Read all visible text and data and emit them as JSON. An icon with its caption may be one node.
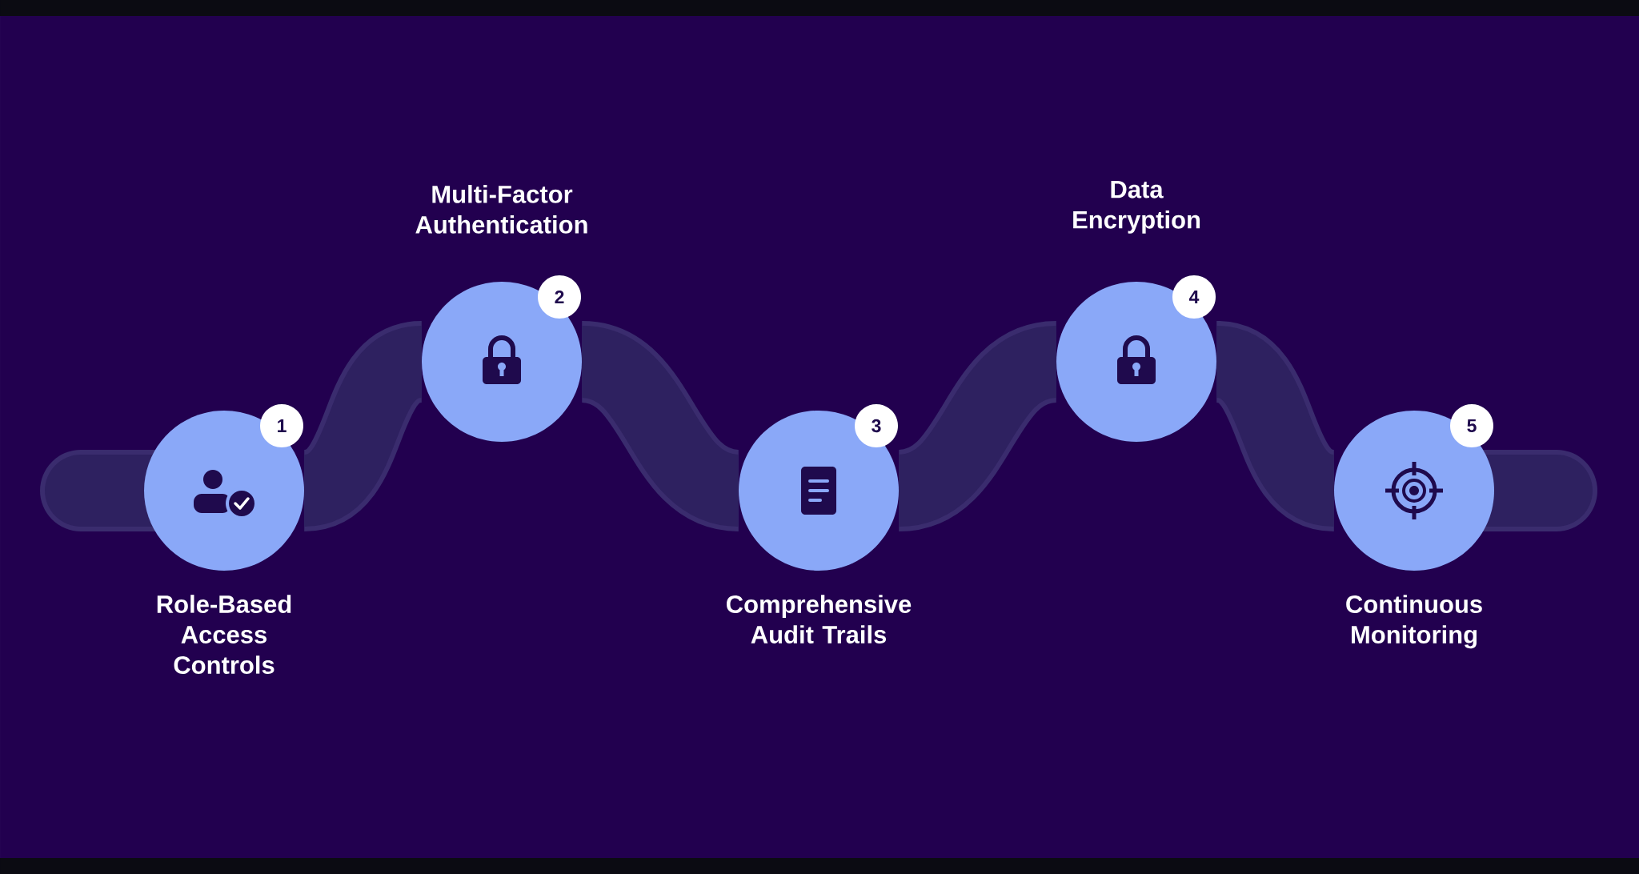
{
  "diagram": {
    "nodes": [
      {
        "text": [
          "Role-Based Access Controls"
        ]
      },
      {
        "text": [
          "Multi-Factor Authentication"
        ]
      },
      {
        "text": [
          "Comprehensive Audit Trails"
        ]
      },
      {
        "text": [
          "Data Encryption"
        ]
      },
      {
        "text": [
          "Continuous Monitoring"
        ]
      },
      {
        "text": [
          "1"
        ]
      },
      {
        "text": [
          "2"
        ]
      },
      {
        "text": [
          "3"
        ]
      },
      {
        "text": [
          "4"
        ]
      },
      {
        "text": [
          "5"
        ]
      }
    ],
    "edges": [
      {
        "from": 0,
        "to": 1,
        "arrow": "none"
      },
      {
        "from": 1,
        "to": 2,
        "arrow": "none"
      },
      {
        "from": 2,
        "to": 3,
        "arrow": "none"
      },
      {
        "from": 3,
        "to": 4,
        "arrow": "none"
      }
    ]
  }
}
